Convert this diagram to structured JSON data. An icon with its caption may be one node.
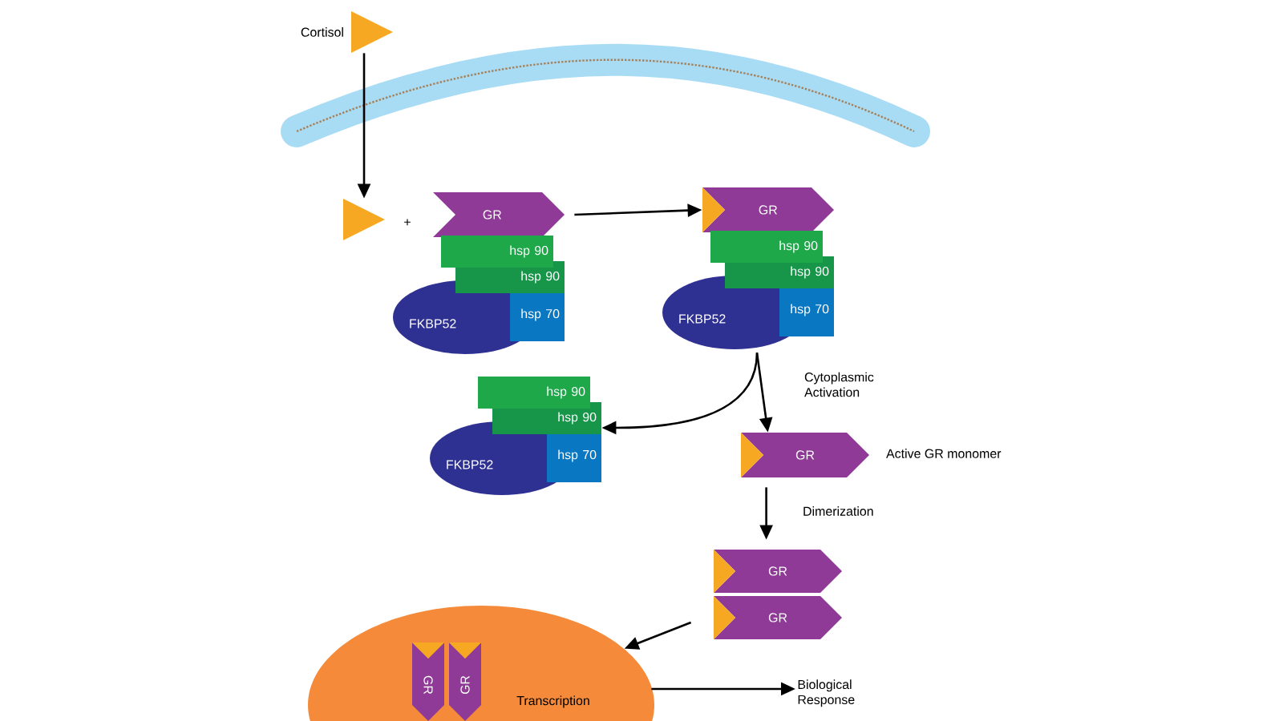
{
  "diagram": {
    "nodes": [
      {
        "text": [],
        "shape": "triangle",
        "beside": [
          "Cortisol"
        ]
      },
      {
        "text": [],
        "shape": "triangle"
      },
      {
        "text": [
          "GR"
        ]
      },
      {
        "text": [
          "hsp 90"
        ]
      },
      {
        "text": [
          "hsp 90"
        ]
      },
      {
        "text": [
          "FKBP52"
        ]
      },
      {
        "text": [
          "hsp 70"
        ]
      },
      {
        "text": [
          "GR"
        ]
      },
      {
        "text": [
          "hsp 90"
        ]
      },
      {
        "text": [
          "hsp 90"
        ]
      },
      {
        "text": [
          "FKBP52"
        ]
      },
      {
        "text": [
          "hsp 70"
        ]
      },
      {
        "text": [
          "hsp 90"
        ]
      },
      {
        "text": [
          "hsp 90"
        ]
      },
      {
        "text": [
          "FKBP52"
        ]
      },
      {
        "text": [
          "hsp 70"
        ]
      },
      {
        "text": [
          "GR"
        ],
        "beside": [
          "Active GR monomer"
        ]
      },
      {
        "text": [
          "GR"
        ]
      },
      {
        "text": [
          "GR"
        ]
      },
      {
        "text": [
          "Transcription"
        ]
      },
      {
        "text": [
          "GR"
        ],
        "in": 19
      },
      {
        "text": [
          "GR"
        ],
        "in": 19
      },
      {
        "text": [
          "Biological Response"
        ]
      }
    ],
    "edges": [
      {
        "from": 0,
        "to": 1,
        "arrow": "to"
      },
      {
        "from": 2,
        "to": 7,
        "arrow": "to"
      },
      {
        "from": 10,
        "to": 16,
        "arrow": "to",
        "label": "Cytoplasmic Activation"
      },
      {
        "from": 10,
        "to": 13,
        "arrow": "to"
      },
      {
        "from": 16,
        "to": 17,
        "arrow": "to",
        "label": "Dimerization"
      },
      {
        "from": 18,
        "to": 19,
        "arrow": "to"
      },
      {
        "from": 19,
        "to": 22,
        "arrow": "to"
      }
    ],
    "labels": [
      "+"
    ]
  }
}
